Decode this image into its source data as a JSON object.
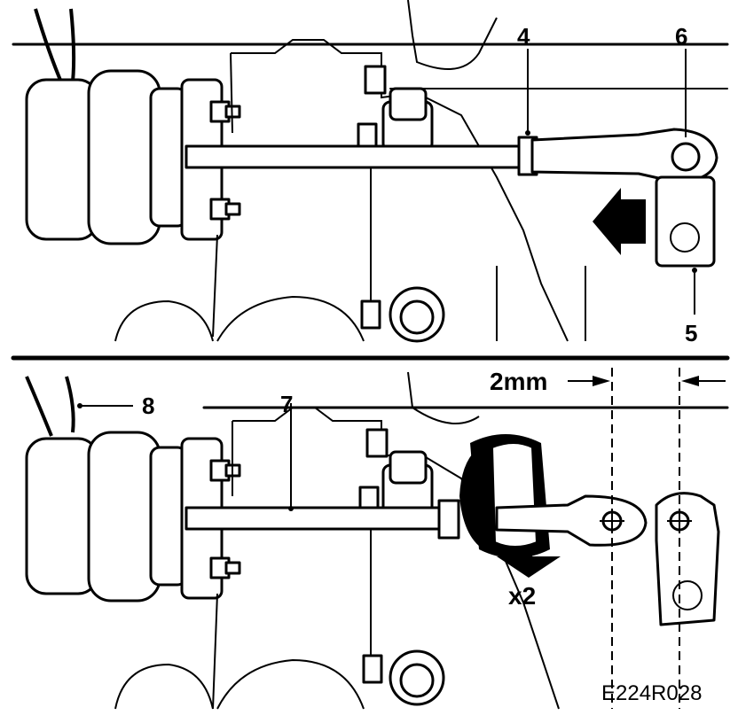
{
  "figure_code": "E224R028",
  "callouts": {
    "c4": "4",
    "c5": "5",
    "c6": "6",
    "c7": "7",
    "c8": "8"
  },
  "dimension_label": "2mm",
  "turn_label": "x2"
}
